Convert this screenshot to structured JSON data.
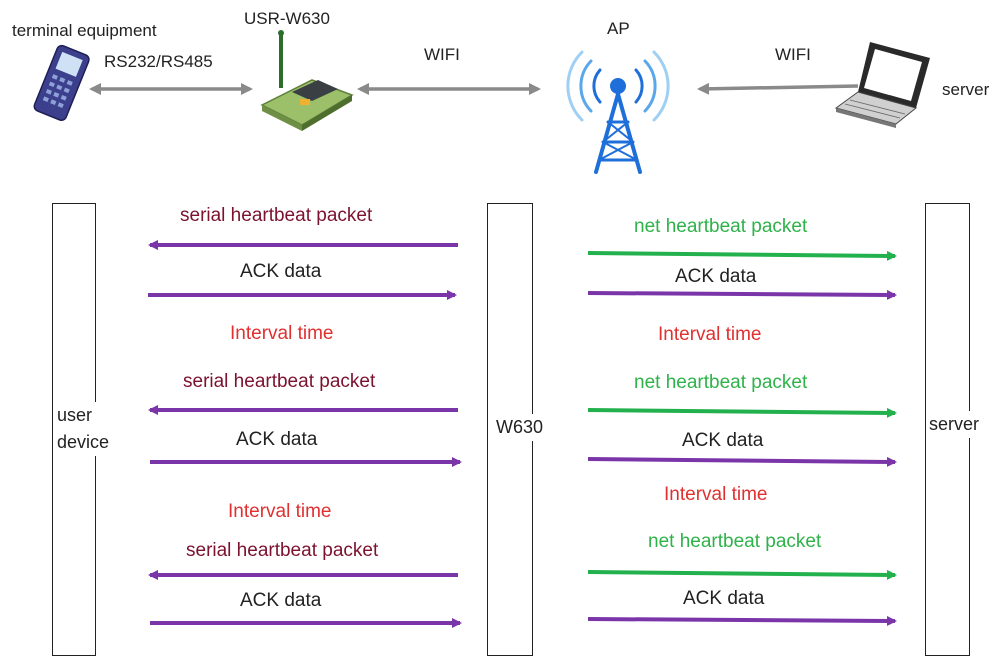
{
  "top": {
    "terminal_label": "terminal equipment",
    "rs_label": "RS232/RS485",
    "usr_label": "USR-W630",
    "wifi_left": "WIFI",
    "ap_label": "AP",
    "wifi_right": "WIFI",
    "server_label": "server"
  },
  "lanes": {
    "user_line1": "user",
    "user_line2": "device",
    "w630": "W630",
    "server": "server"
  },
  "messages": {
    "serial_hb": "serial heartbeat packet",
    "net_hb": "net heartbeat packet",
    "ack": "ACK data",
    "interval": "Interval time"
  },
  "colors": {
    "purple": "#7a35a8",
    "green": "#22b14c",
    "gray_arrow": "#8a8a8a",
    "interval_red": "#e03030",
    "ap_blue": "#1e6fd9"
  }
}
